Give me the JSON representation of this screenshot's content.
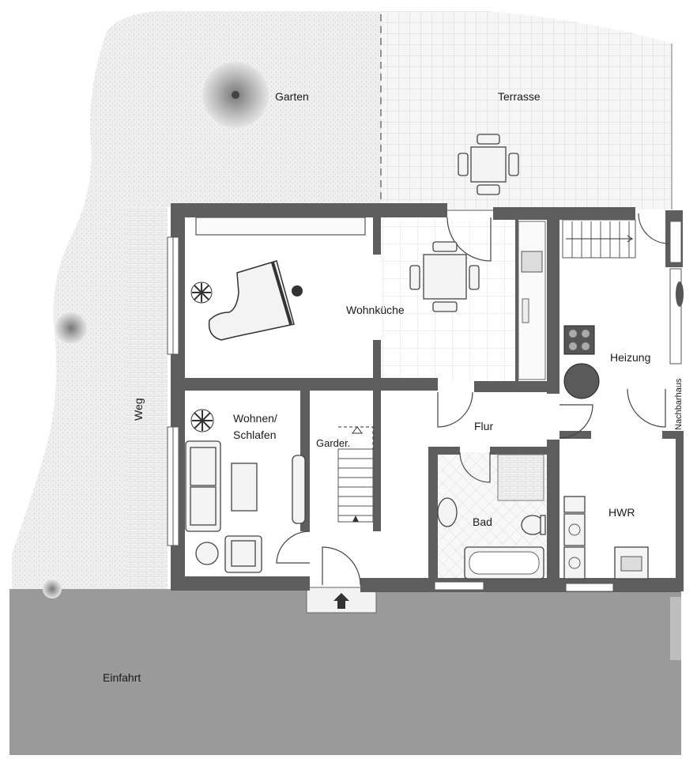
{
  "rooms": {
    "garten": "Garten",
    "terrasse": "Terrasse",
    "wohnkueche": "Wohnküche",
    "heizung": "Heizung",
    "weg": "Weg",
    "wohnen_line1": "Wohnen/",
    "wohnen_line2": "Schlafen",
    "garderobe": "Garder.",
    "flur": "Flur",
    "nachbarhaus": "Nachbarhaus",
    "bad": "Bad",
    "hwr": "HWR",
    "einfahrt": "Einfahrt"
  },
  "colors": {
    "wall": "#5e5e5e",
    "driveway": "#9a9a9a",
    "garden": "#eeeeee",
    "terrace": "#f3f3f3",
    "floor": "#ffffff"
  },
  "icons": [
    "tree-icon",
    "plant-icon",
    "grand-piano-icon",
    "dining-table-icon",
    "stairs-icon",
    "stove-icon",
    "boiler-icon",
    "washing-machine-icon",
    "sink-icon",
    "toilet-icon",
    "bathtub-icon",
    "sofa-icon",
    "armchair-icon",
    "entrance-arrow-icon"
  ]
}
